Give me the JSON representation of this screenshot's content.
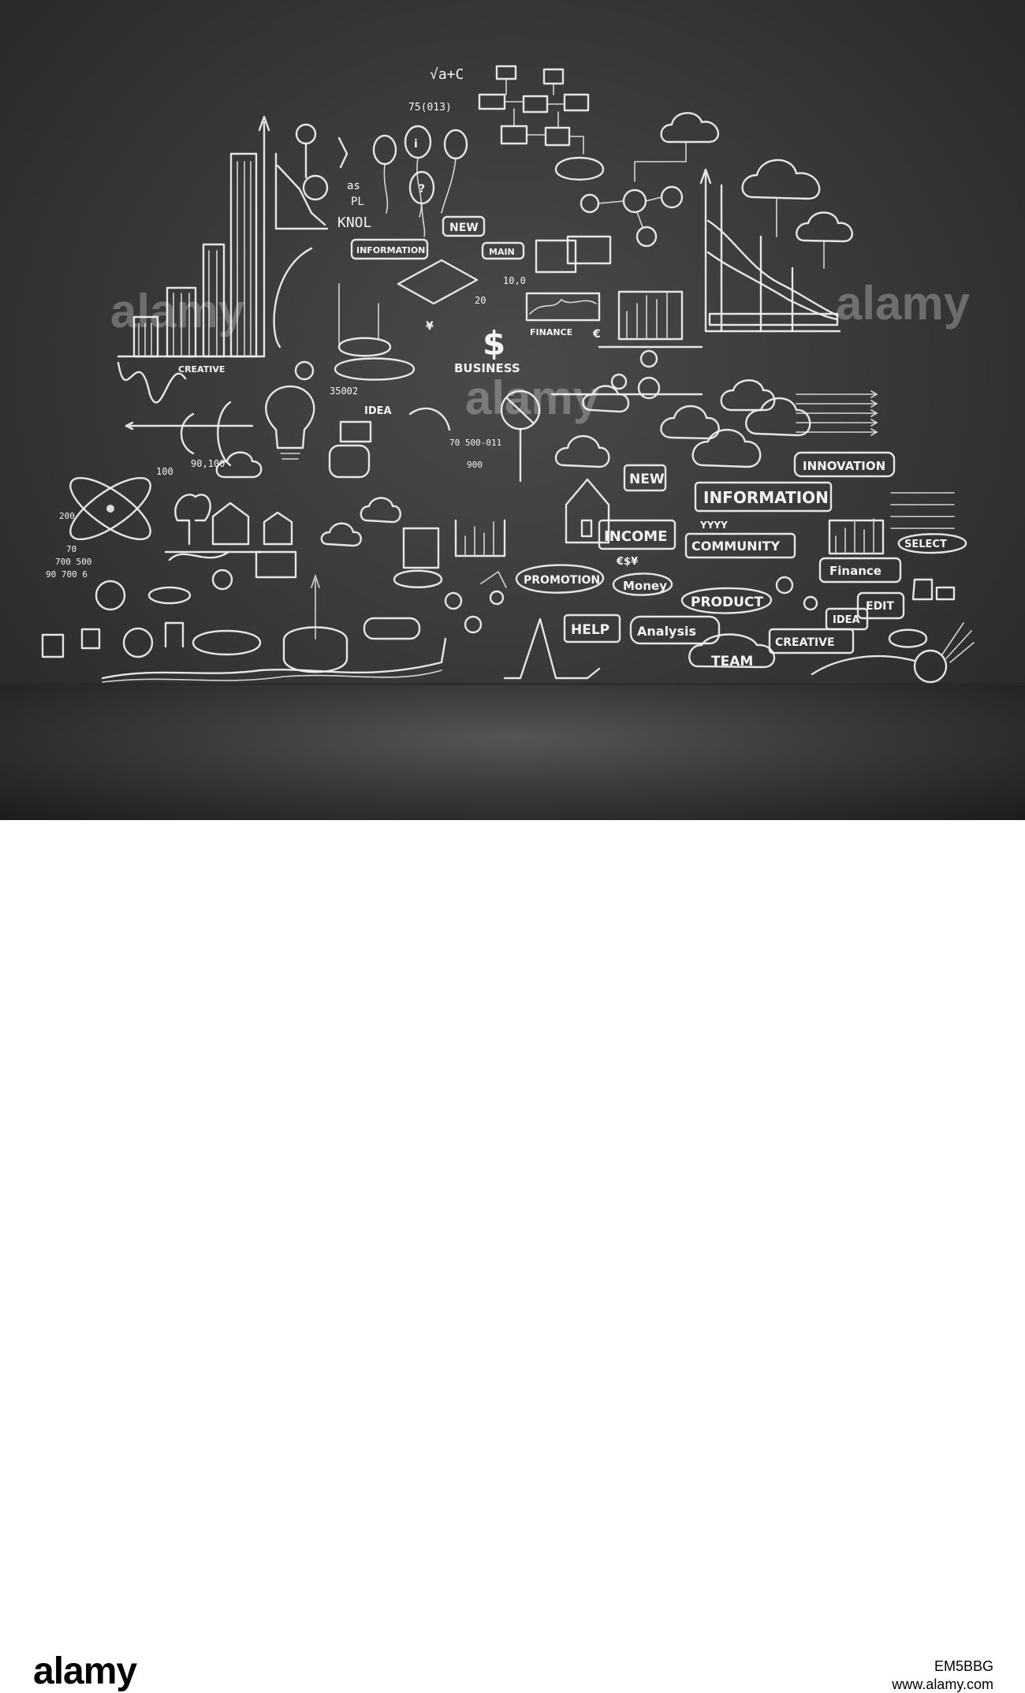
{
  "photo": {
    "watermark": "alamy",
    "labels": {
      "creative_top": "CREATIVE",
      "information_top": "INFORMATION",
      "new_top": "NEW",
      "main": "MAIN",
      "finance_top": "FINANCE",
      "business": "BUSINESS",
      "idea_top": "IDEA",
      "innovation": "INNOVATION",
      "new_mid": "NEW",
      "information_mid": "INFORMATION",
      "income": "INCOME",
      "community": "COMMUNITY",
      "select": "SELECT",
      "finance_mid": "Finance",
      "promotion": "PROMOTION",
      "money": "Money",
      "product": "PRODUCT",
      "edit": "EDIT",
      "idea_low": "IDEA",
      "help": "HELP",
      "analysis": "Analysis",
      "creative_low": "CREATIVE",
      "team": "TEAM",
      "currency": "€$¥",
      "yyyy": "YYYY",
      "numbers_75": "75(013)",
      "numbers_10": "10,0",
      "numbers_20": "20",
      "numbers_35002": "35002",
      "numbers_90100": "90,100",
      "numbers_100": "100",
      "numbers_70_500": "70 500-011",
      "numbers_900": "900",
      "numbers_200": "200",
      "numbers_70": "70",
      "numbers_700500": "700 500",
      "numbers_906": "90 700 6",
      "letters_as": "as",
      "letters_pl": "PL",
      "letters_knol": "KNOL",
      "sqrt": "√a+C",
      "dollar": "$",
      "euro": "€",
      "yen": "¥"
    }
  },
  "footer": {
    "brand": "alamy",
    "image_id": "EM5BBG",
    "site": "www.alamy.com"
  }
}
